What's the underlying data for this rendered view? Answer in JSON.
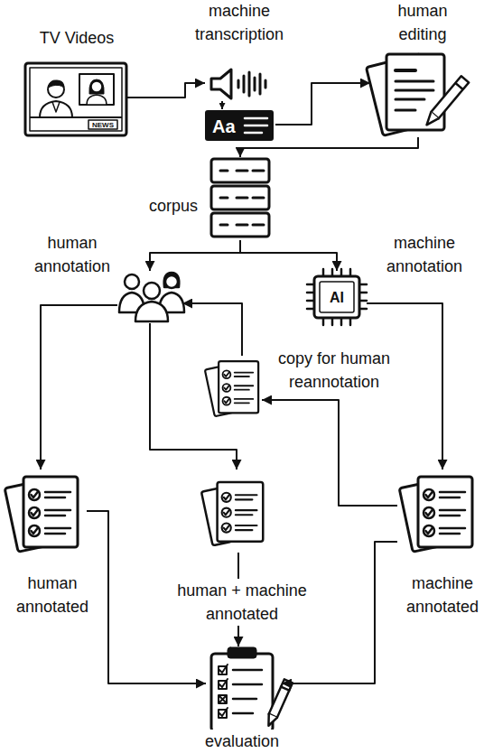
{
  "diagram": {
    "nodes": [
      {
        "text": [
          "TV Videos"
        ]
      },
      {
        "text": [
          "machine transcription"
        ]
      },
      {
        "text": [
          "human editing"
        ]
      },
      {
        "text": [
          "corpus"
        ]
      },
      {
        "text": [
          "human annotation"
        ]
      },
      {
        "text": [
          "machine annotation"
        ]
      },
      {
        "text": [
          "copy for human reannotation"
        ]
      },
      {
        "text": [
          "human annotated"
        ]
      },
      {
        "text": [
          "human + machine annotated"
        ]
      },
      {
        "text": [
          "machine annotated"
        ]
      },
      {
        "text": [
          "evaluation"
        ]
      }
    ],
    "edges": [
      {
        "from": 0,
        "to": 1,
        "arrow": "to"
      },
      {
        "from": 1,
        "to": 2,
        "arrow": "to"
      },
      {
        "from": 2,
        "to": 3,
        "arrow": "to"
      },
      {
        "from": 3,
        "to": 4,
        "arrow": "to"
      },
      {
        "from": 3,
        "to": 5,
        "arrow": "to"
      },
      {
        "from": 4,
        "to": 7,
        "arrow": "to"
      },
      {
        "from": 4,
        "to": 8,
        "arrow": "to"
      },
      {
        "from": 5,
        "to": 9,
        "arrow": "to"
      },
      {
        "from": 9,
        "to": 6,
        "arrow": "to"
      },
      {
        "from": 6,
        "to": 4,
        "arrow": "to"
      },
      {
        "from": 7,
        "to": 10,
        "arrow": "to"
      },
      {
        "from": 8,
        "to": 10,
        "arrow": "to"
      },
      {
        "from": 9,
        "to": 10,
        "arrow": "to"
      }
    ],
    "labels": [
      "NEWS",
      "Aa",
      "AI"
    ]
  }
}
